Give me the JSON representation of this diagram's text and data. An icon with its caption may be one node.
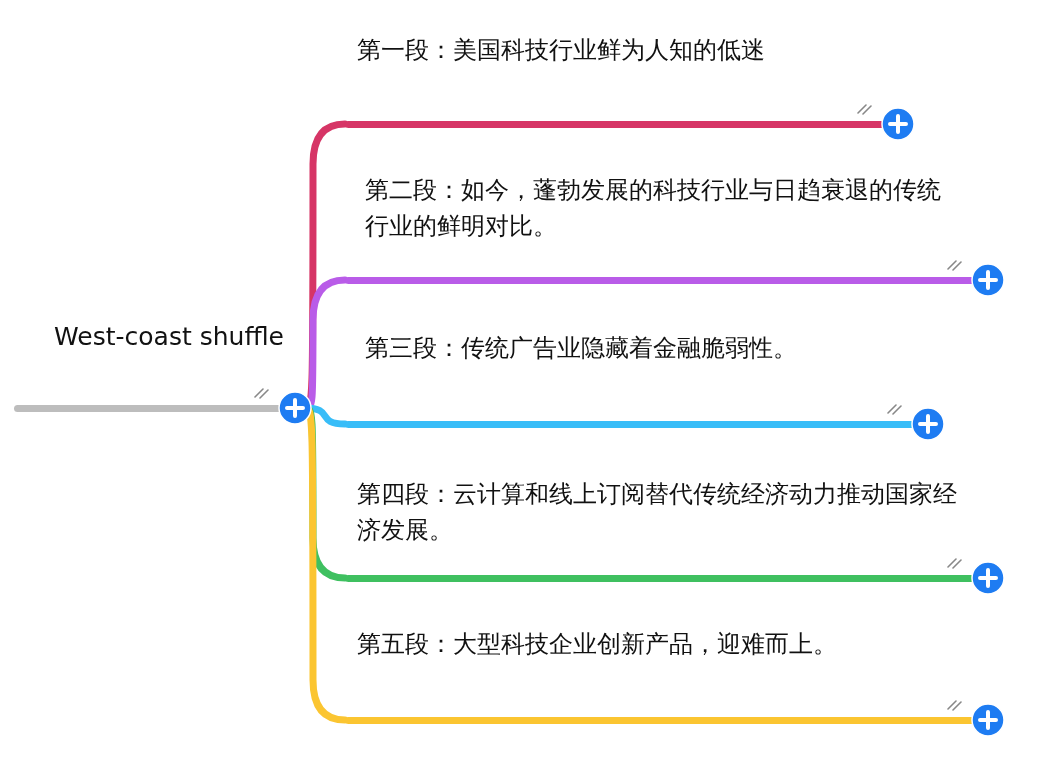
{
  "diagram": {
    "nodes": [
      {
        "text": [
          "West-coast shuffle"
        ]
      },
      {
        "text": [
          "第一段：美国科技行业鲜为人知的低迷"
        ]
      },
      {
        "text": [
          "第二段：如今，蓬勃发展的科技行业与日趋衰退的传统行业的鲜明对比。"
        ]
      },
      {
        "text": [
          "第三段：传统广告业隐藏着金融脆弱性。"
        ]
      },
      {
        "text": [
          "第四段：云计算和线上订阅替代传统经济动力推动国家经济发展。"
        ]
      },
      {
        "text": [
          "第五段：大型科技企业创新产品，迎难而上。"
        ]
      }
    ],
    "edges": [
      {
        "from": 0,
        "to": 1,
        "arrow": "none",
        "color": "#d63566"
      },
      {
        "from": 0,
        "to": 2,
        "arrow": "none",
        "color": "#b95ce8"
      },
      {
        "from": 0,
        "to": 3,
        "arrow": "none",
        "color": "#38bdf8"
      },
      {
        "from": 0,
        "to": 4,
        "arrow": "none",
        "color": "#3fc060"
      },
      {
        "from": 0,
        "to": 5,
        "arrow": "none",
        "color": "#fbc531"
      }
    ]
  }
}
